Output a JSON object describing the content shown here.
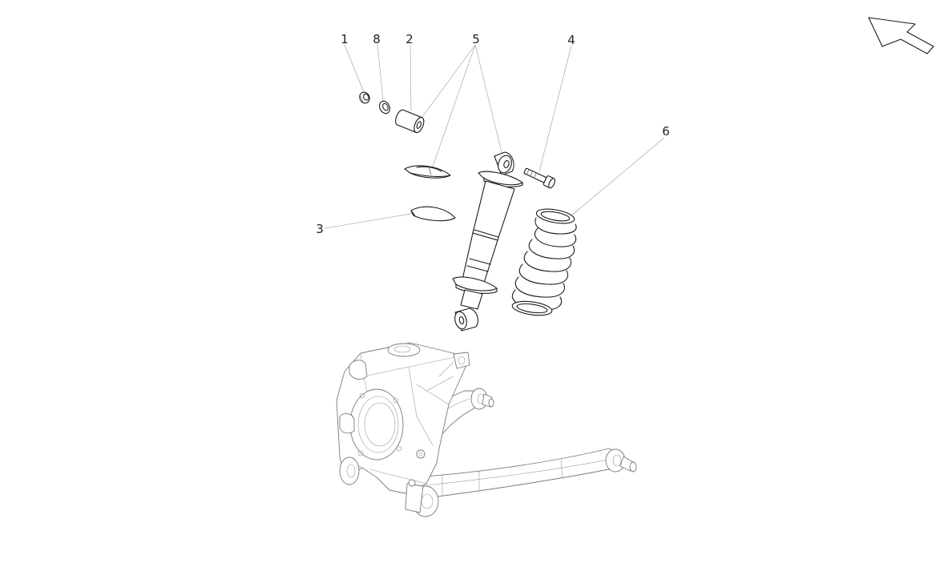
{
  "callouts": [
    {
      "id": "c1",
      "label": "1"
    },
    {
      "id": "c8",
      "label": "8"
    },
    {
      "id": "c2",
      "label": "2"
    },
    {
      "id": "c5",
      "label": "5"
    },
    {
      "id": "c4",
      "label": "4"
    },
    {
      "id": "c6",
      "label": "6"
    },
    {
      "id": "c3",
      "label": "3"
    }
  ],
  "icons": {
    "orientation": "direction-arrow-icon"
  },
  "colors": {
    "line": "#1a1a1a",
    "leader": "#9a9a9a",
    "background": "#ffffff"
  }
}
